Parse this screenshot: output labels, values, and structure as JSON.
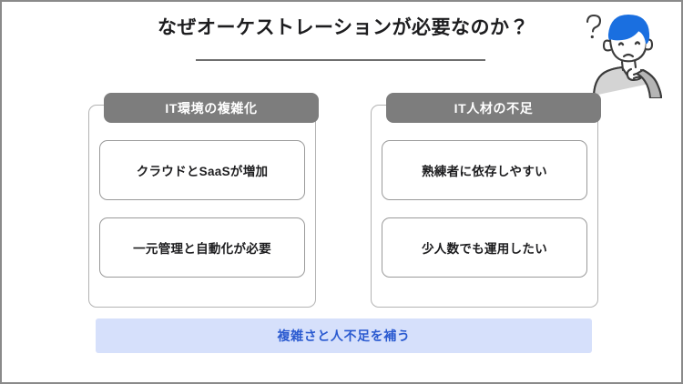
{
  "slide": {
    "title": "なぜオーケストレーションが必要なのか？",
    "background_color": "#ffffff",
    "border_color": "#8a8a8a",
    "rule_color": "#6f6f6f"
  },
  "columns": [
    {
      "header": "IT環境の複雑化",
      "header_bg": "#7d7d7d",
      "header_text_color": "#ffffff",
      "cards": [
        {
          "label": "クラウドとSaaSが増加"
        },
        {
          "label": "一元管理と自動化が必要"
        }
      ]
    },
    {
      "header": "IT人材の不足",
      "header_bg": "#7d7d7d",
      "header_text_color": "#ffffff",
      "cards": [
        {
          "label": "熟練者に依存しやすい"
        },
        {
          "label": "少人数でも運用したい"
        }
      ]
    }
  ],
  "banner": {
    "label": "複雑さと人不足を補う",
    "bg_color": "#d6e0fb",
    "text_color": "#2a5ad0"
  },
  "illustration": {
    "name": "thinking-person-illustration",
    "question_mark": "?",
    "hair_color": "#1a6fe0",
    "shirt_color": "#d4d4d4",
    "outline_color": "#3b3b3b"
  }
}
